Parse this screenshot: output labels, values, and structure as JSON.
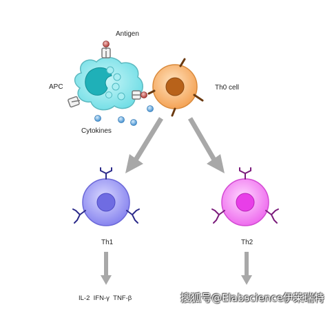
{
  "labels": {
    "antigen": "Antigen",
    "apc": "APC",
    "th0_cell": "Th0 cell",
    "cytokines": "Cytokines",
    "th1": "Th1",
    "th2": "Th2",
    "th1_cytokines": "IL-2  IFN-γ  TNF-β"
  },
  "watermark": "搜狐号@Elabscience伊莱瑞特",
  "colors": {
    "apc_body": "#7fe8ee",
    "apc_nucleus": "#1fb6bd",
    "th0_body": "#f6b06a",
    "th0_nucleus": "#b8621a",
    "th1_body": "#8f8cf0",
    "th1_nucleus": "#6a67e0",
    "th2_body": "#f07cf0",
    "th2_nucleus": "#e83ee8",
    "cytokine": "#5aa2dc",
    "antigen": "#c0504d",
    "arrow": "#a8a8a8",
    "receptor_th1": "#2b2a8a",
    "receptor_th2": "#7a1a7a"
  }
}
